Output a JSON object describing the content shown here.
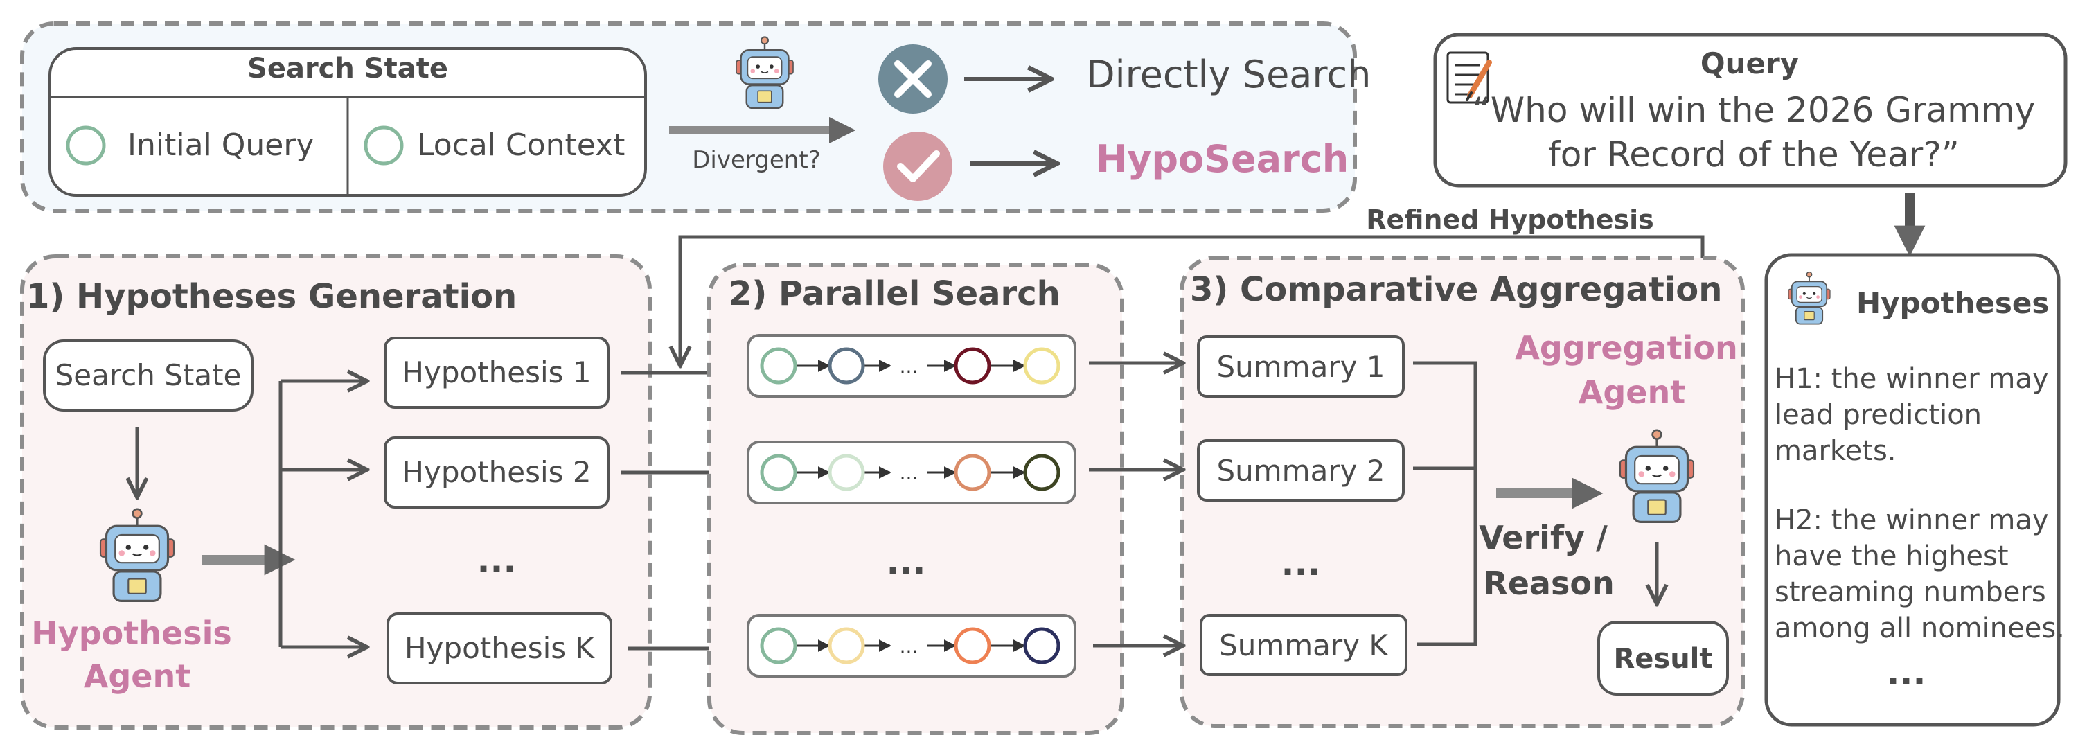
{
  "search_state": {
    "title": "Search State",
    "initial_query": "Initial Query",
    "local_context": "Local Context",
    "divergent": "Divergent?",
    "directly_search": "Directly Search",
    "hyposearch": "HypoSearch"
  },
  "query": {
    "title": "Query",
    "line1": "“Who will win the 2026 Grammy",
    "line2": "for Record of the Year?”"
  },
  "refined_hypothesis": "Refined Hypothesis",
  "stage1": {
    "title": "1) Hypotheses Generation",
    "search_state": "Search State",
    "agent_line1": "Hypothesis",
    "agent_line2": "Agent",
    "hypotheses": [
      "Hypothesis 1",
      "Hypothesis 2",
      "...",
      "Hypothesis K"
    ]
  },
  "stage2": {
    "title": "2) Parallel Search",
    "ellipsis": "...",
    "chain_ellipsis": "...",
    "chains": [
      [
        "#86b89c",
        "#5c7184",
        "#6e1424",
        "#efe08a"
      ],
      [
        "#86b89c",
        "#cfe4cf",
        "#da8c68",
        "#3d4422"
      ],
      [
        "#86b89c",
        "#f4dc9c",
        "#ee8052",
        "#2b2f5e"
      ]
    ]
  },
  "stage3": {
    "title": "3) Comparative Aggregation",
    "summaries": [
      "Summary 1",
      "Summary 2",
      "...",
      "Summary K"
    ],
    "verify1": "Verify /",
    "verify2": "Reason",
    "agent_line1": "Aggregation",
    "agent_line2": "Agent",
    "result": "Result"
  },
  "hypotheses_panel": {
    "title": "Hypotheses",
    "h1": [
      "H1: the winner may",
      "lead prediction",
      "markets."
    ],
    "h2": [
      "H2: the winner may",
      "have the highest",
      "streaming numbers",
      "among all nominees."
    ],
    "ellipsis": "..."
  },
  "colors": {
    "accent_pink": "#c87aa3",
    "text": "#4a4a4a",
    "stroke": "#555555",
    "stage_bg": "#fbf3f3",
    "top_bg": "#f3f8fc"
  }
}
